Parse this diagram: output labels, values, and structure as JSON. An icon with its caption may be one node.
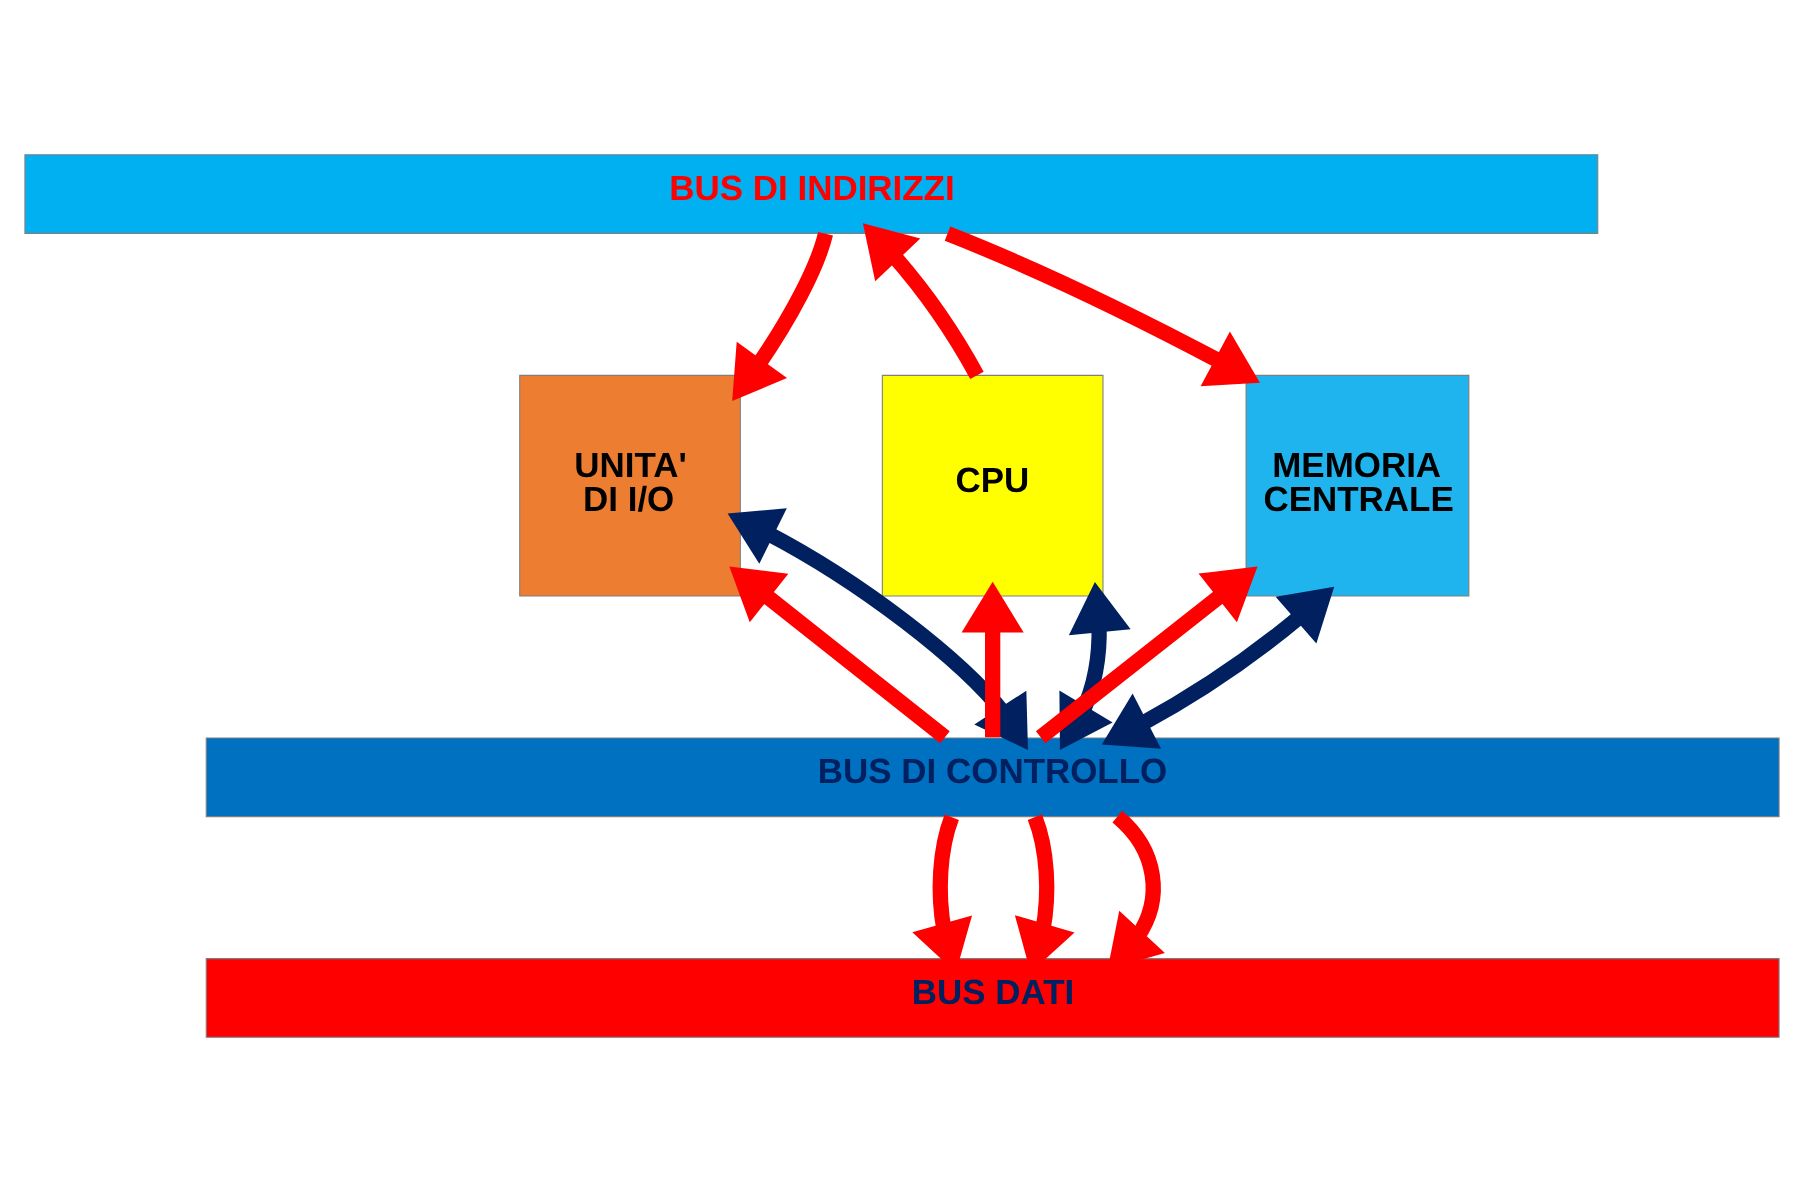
{
  "diagram": {
    "nodes": [
      {
        "text": [
          "BUS DI INDIRIZZI"
        ]
      },
      {
        "text": [
          "UNITA' DI I/O"
        ]
      },
      {
        "text": [
          "CPU"
        ]
      },
      {
        "text": [
          "MEMORIA CENTRALE"
        ]
      },
      {
        "text": [
          "BUS DI CONTROLLO"
        ]
      },
      {
        "text": [
          "BUS DATI"
        ]
      }
    ],
    "edges": [
      {
        "from": 0,
        "to": 1,
        "arrow": "to"
      },
      {
        "from": 2,
        "to": 0,
        "arrow": "to"
      },
      {
        "from": 0,
        "to": 3,
        "arrow": "to"
      },
      {
        "from": 4,
        "to": 1,
        "arrow": "to"
      },
      {
        "from": 1,
        "to": 4,
        "arrow": "both",
        "color": "#002060"
      },
      {
        "from": 4,
        "to": 2,
        "arrow": "to"
      },
      {
        "from": 2,
        "to": 4,
        "arrow": "both",
        "color": "#002060"
      },
      {
        "from": 4,
        "to": 3,
        "arrow": "to"
      },
      {
        "from": 3,
        "to": 4,
        "arrow": "both",
        "color": "#002060"
      },
      {
        "from": 4,
        "to": 5,
        "arrow": "to"
      },
      {
        "from": 4,
        "to": 5,
        "arrow": "to"
      },
      {
        "from": 4,
        "to": 5,
        "arrow": "to"
      }
    ]
  }
}
